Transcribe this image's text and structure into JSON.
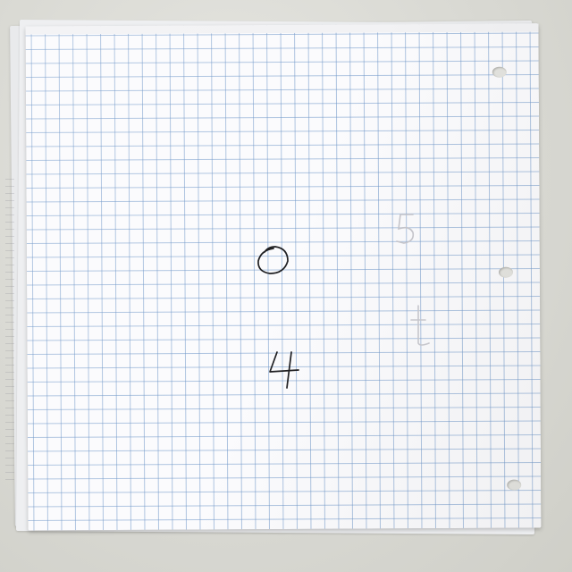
{
  "scene": {
    "description_free": true,
    "colors": {
      "background": "#d8d8d2",
      "paper": "#fbfbfd",
      "grid": "#6e96c8",
      "ink": "#222222",
      "faint_ink": "#c8c8cc"
    }
  },
  "handwriting": {
    "mark_1": "0",
    "mark_2": "4",
    "faint_mark_1": "5",
    "faint_mark_2": "t"
  }
}
